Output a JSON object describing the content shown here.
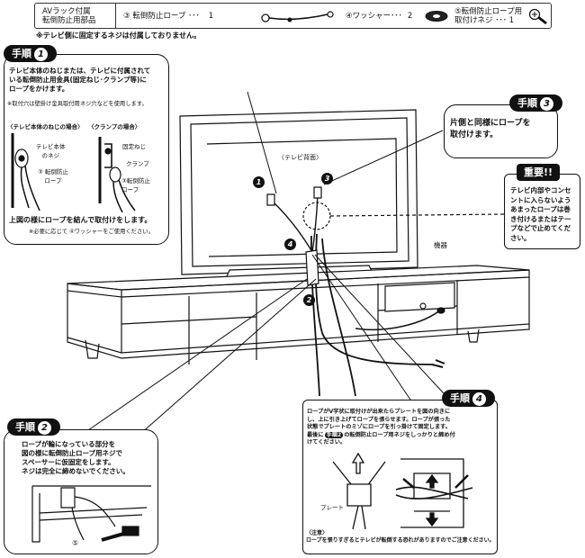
{
  "parts_bar": {
    "label_line1": "AVラック付属",
    "label_line2": "転倒防止用部品",
    "item3": "③ 転倒防止ロープ ･･･",
    "item3_qty": "1",
    "item4": "④ワッシャー･･･",
    "item4_qty": "2",
    "item5_line1": "⑤転倒防止ロープ用",
    "item5_line2": "取付けネジ ･･･ 1"
  },
  "note_top": "※テレビ側に固定するネジは付属しておりません。",
  "step1": {
    "tag": "手順",
    "num": "1",
    "desc": [
      "テレビ本体のねじまたは、テレビに付属されて",
      "いる転倒防止用金具(固定ねじ･クランプ等)に",
      "ロープをかけます。"
    ],
    "note": "※取付穴は壁掛け金具取付用ネジ穴などを使用します。",
    "case_screw_title": "〈テレビ本体のねじの場合〉",
    "case_clamp_title": "〈クランプの場合〉",
    "label_tv_screw": [
      "テレビ本体",
      "のネジ"
    ],
    "label_rope_a": [
      "③ 転倒防止",
      "ロープ"
    ],
    "label_fix_screw": "固定ねじ",
    "label_clamp": "クランプ",
    "label_rope_b": [
      "③転倒防止",
      "ロープ"
    ],
    "footer": "上図の様にロープを結んで取付けをします。",
    "footer_note": "※必要に応じて ④ワッシャーをご使用ください。"
  },
  "step2": {
    "tag": "手順",
    "num": "2",
    "desc": [
      "ロープが輪になっている部分を",
      "図の様に転倒防止ロープ用ネジで",
      "スペーサーに仮固定をします。",
      "ネジは完全に締めないでください。"
    ],
    "label_5": "⑤"
  },
  "step3": {
    "tag": "手順",
    "num": "3",
    "desc": [
      "片側と同様にロープを",
      "取付けます。"
    ]
  },
  "important": {
    "tag": "重要!!",
    "desc": [
      "テレビ内部やコンセ",
      "ントに入らないよう",
      "あまったロープは巻",
      "き付けるまたはテー",
      "プなどで止めてくだ",
      "さい。"
    ]
  },
  "step4": {
    "tag": "手順",
    "num": "4",
    "desc": [
      "ロープがV字状に取付けが出来たらプレートを図の向きに",
      "し、上に引き上げてロープを張らせます。ロープが張った",
      "状態でプレートのミゾにロープを引っ掛けて固定します。",
      "最後に",
      "の転倒防止ロープ用ネジをしっかりと締め付",
      "けてください。"
    ],
    "inline_tag": "手順2",
    "label_plate": "プレート",
    "caution_title": "〈注意〉",
    "caution": "ロープを張りすぎるとテレビが転倒する恐れがありますのでご注意ください。"
  },
  "main": {
    "tv_back_label": "〈テレビ背面〉",
    "device_label": "機器",
    "bullet1": "1",
    "bullet2": "2",
    "bullet3": "3",
    "bullet4": "4"
  }
}
